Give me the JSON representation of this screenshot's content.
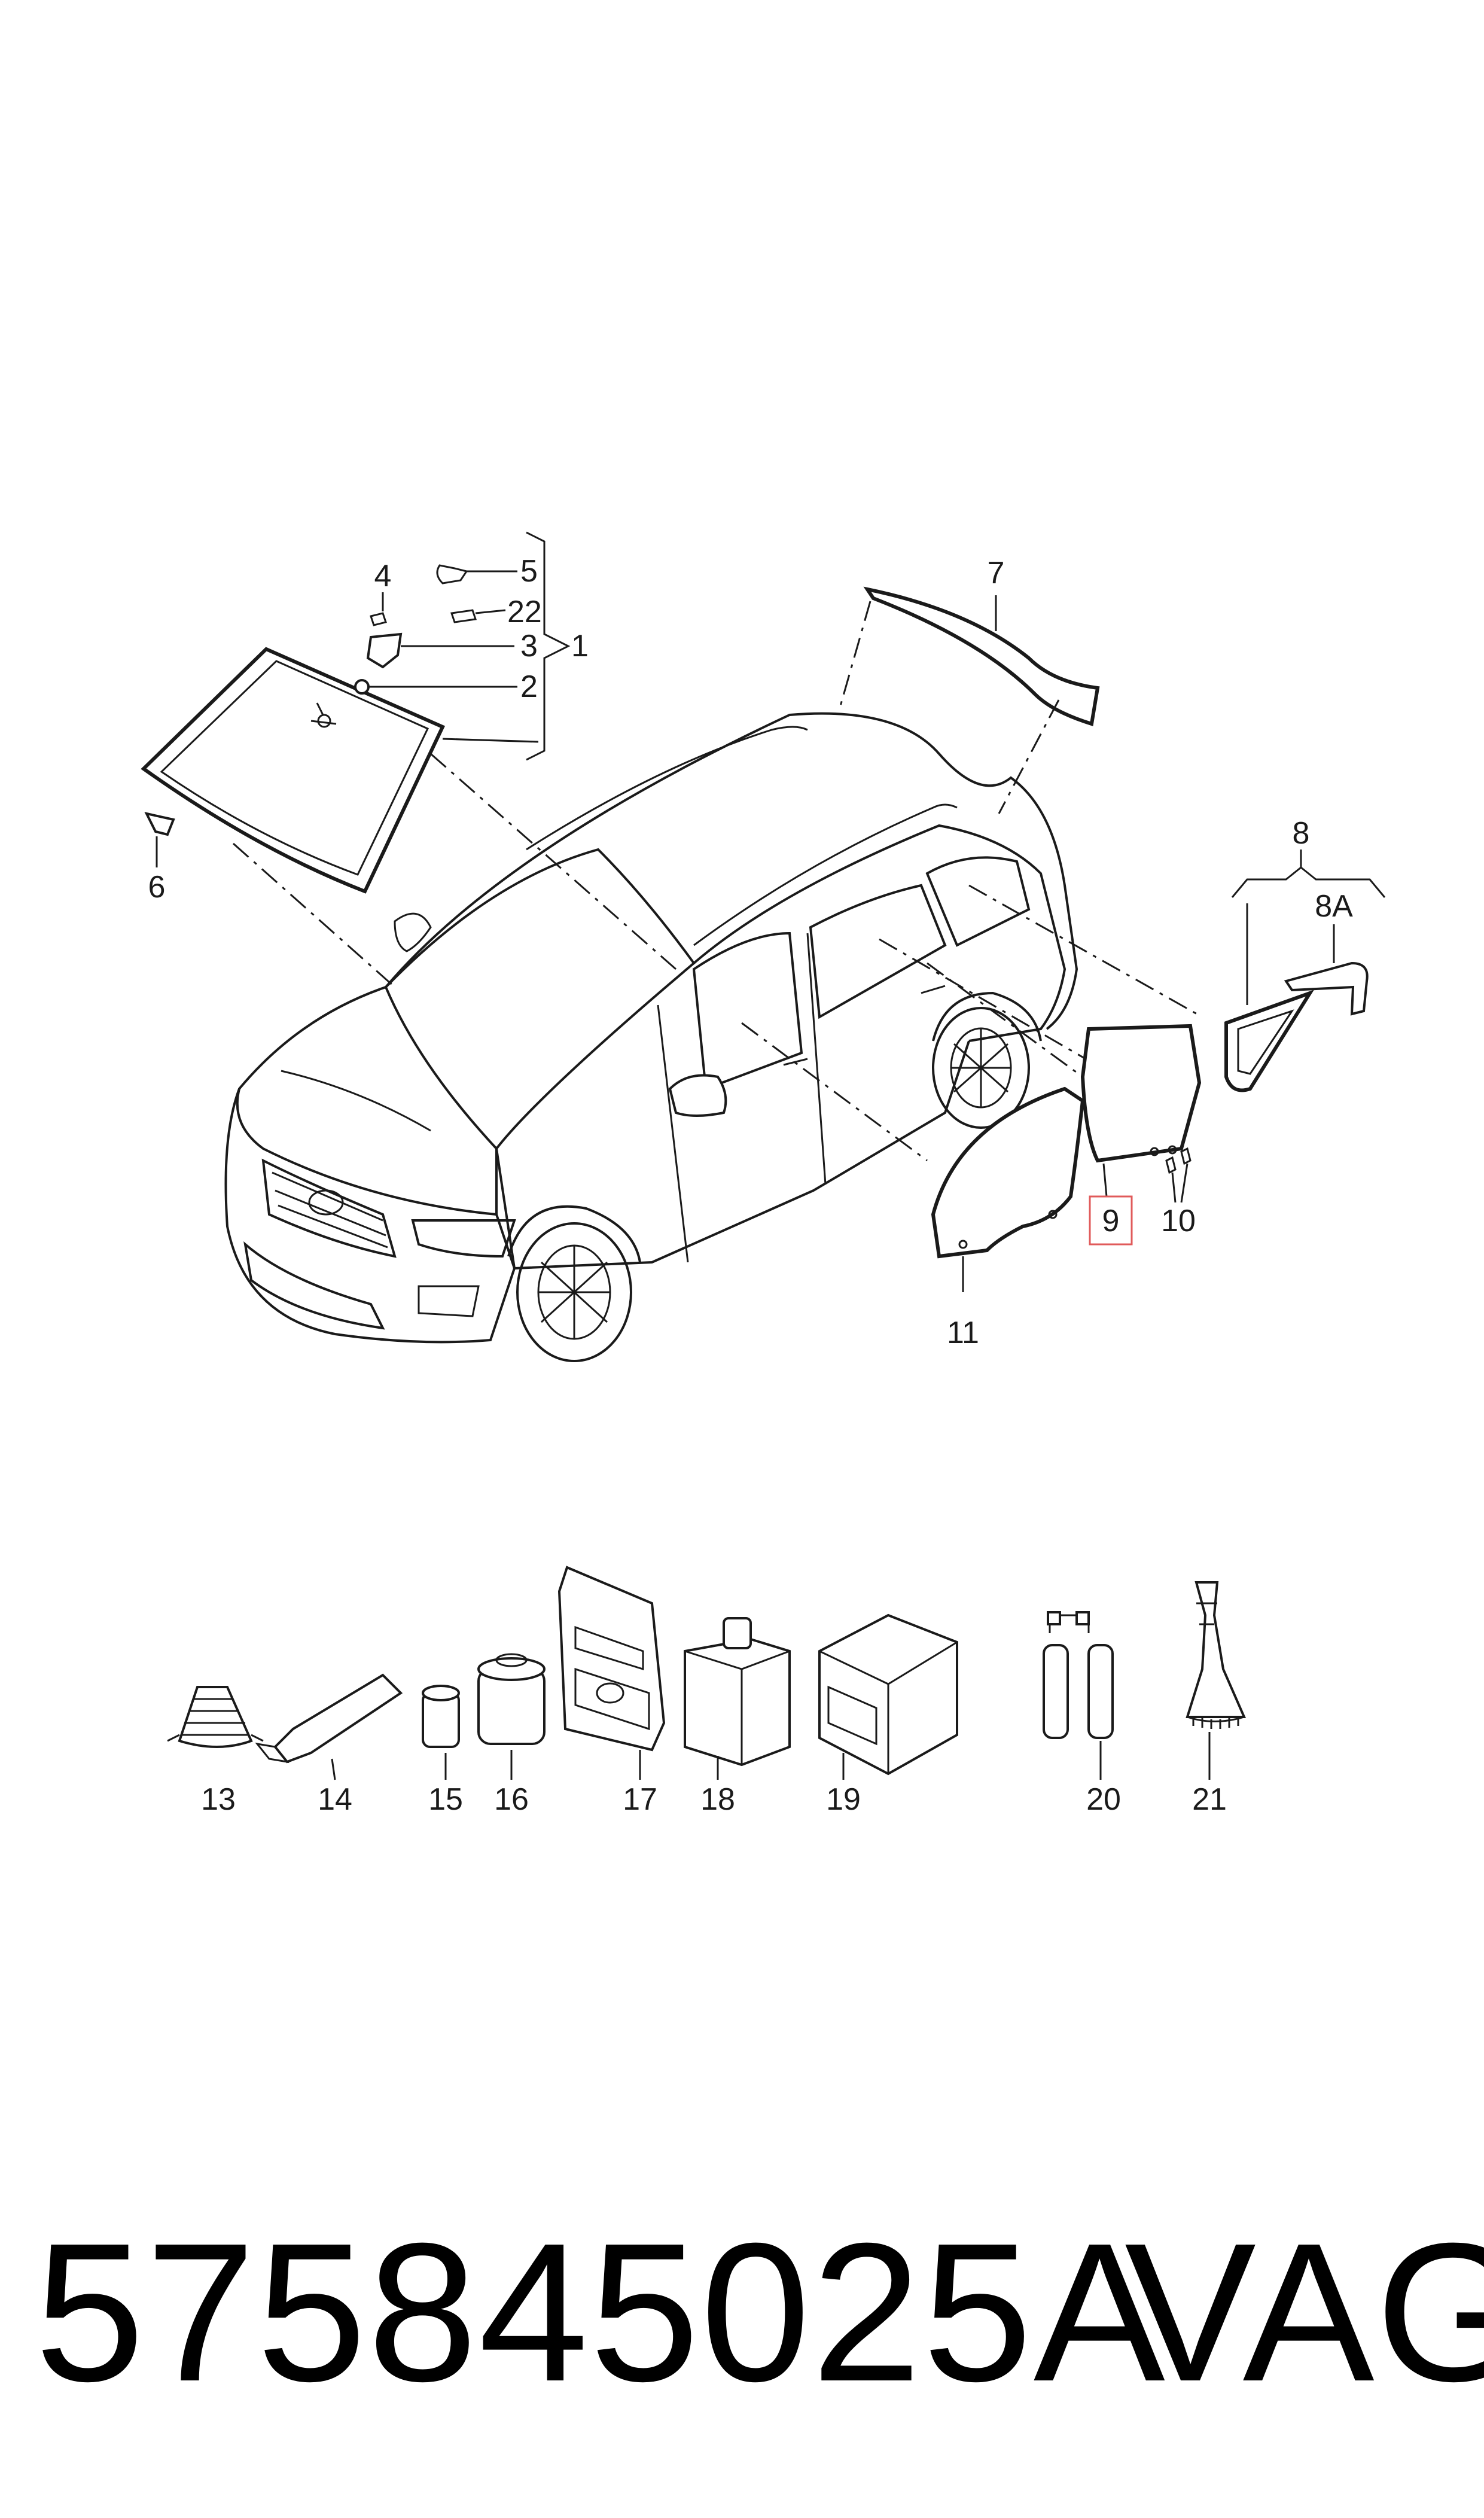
{
  "diagram": {
    "callouts": [
      {
        "id": "4",
        "label": "4"
      },
      {
        "id": "5",
        "label": "5"
      },
      {
        "id": "22",
        "label": "22"
      },
      {
        "id": "3",
        "label": "3"
      },
      {
        "id": "1",
        "label": "1"
      },
      {
        "id": "2",
        "label": "2"
      },
      {
        "id": "6",
        "label": "6"
      },
      {
        "id": "7",
        "label": "7"
      },
      {
        "id": "8",
        "label": "8"
      },
      {
        "id": "8A",
        "label": "8A"
      },
      {
        "id": "9",
        "label": "9",
        "highlighted": true
      },
      {
        "id": "10",
        "label": "10"
      },
      {
        "id": "11",
        "label": "11"
      },
      {
        "id": "13",
        "label": "13"
      },
      {
        "id": "14",
        "label": "14"
      },
      {
        "id": "15",
        "label": "15"
      },
      {
        "id": "16",
        "label": "16"
      },
      {
        "id": "17",
        "label": "17"
      },
      {
        "id": "18",
        "label": "18"
      },
      {
        "id": "19",
        "label": "19"
      },
      {
        "id": "20",
        "label": "20"
      },
      {
        "id": "21",
        "label": "21"
      }
    ],
    "highlight_color": "#e05a5a"
  },
  "footer": {
    "part_number": "575845025A",
    "brand": "VAG"
  }
}
